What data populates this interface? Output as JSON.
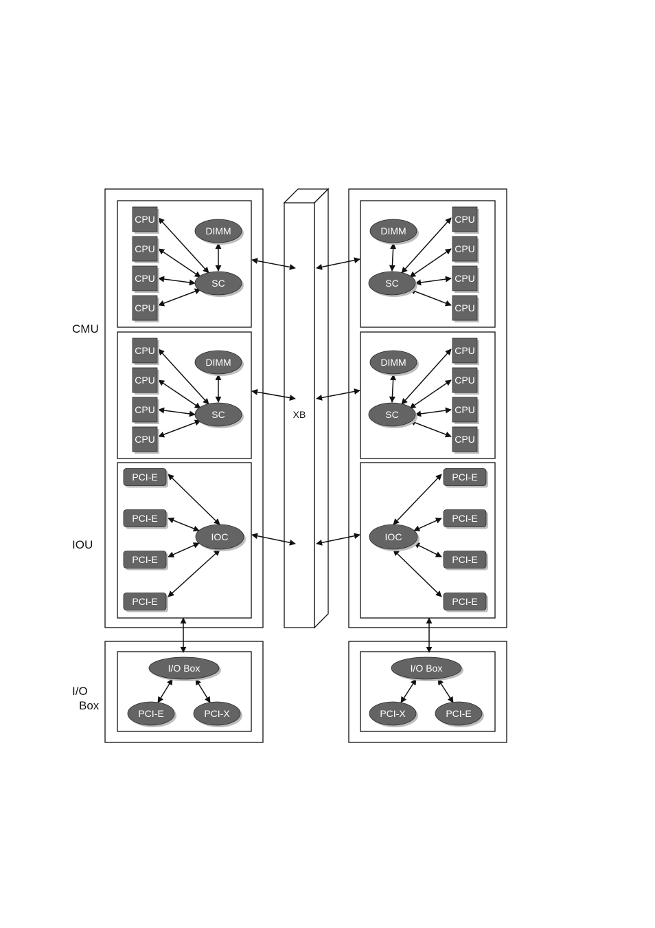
{
  "labels": {
    "cmu": "CMU",
    "iou": "IOU",
    "io_box_line1": "I/O",
    "io_box_line2": "Box",
    "xb": "XB"
  },
  "nodes": {
    "cpu": "CPU",
    "dimm": "DIMM",
    "sc": "SC",
    "pcie": "PCI-E",
    "pcix": "PCI-X",
    "ioc": "IOC",
    "io_box": "I/O Box"
  },
  "colors": {
    "node_fill": "#646464",
    "node_shadow": "#bdbdbd",
    "node_text": "#ffffff",
    "line": "#111111",
    "background": "#ffffff"
  }
}
